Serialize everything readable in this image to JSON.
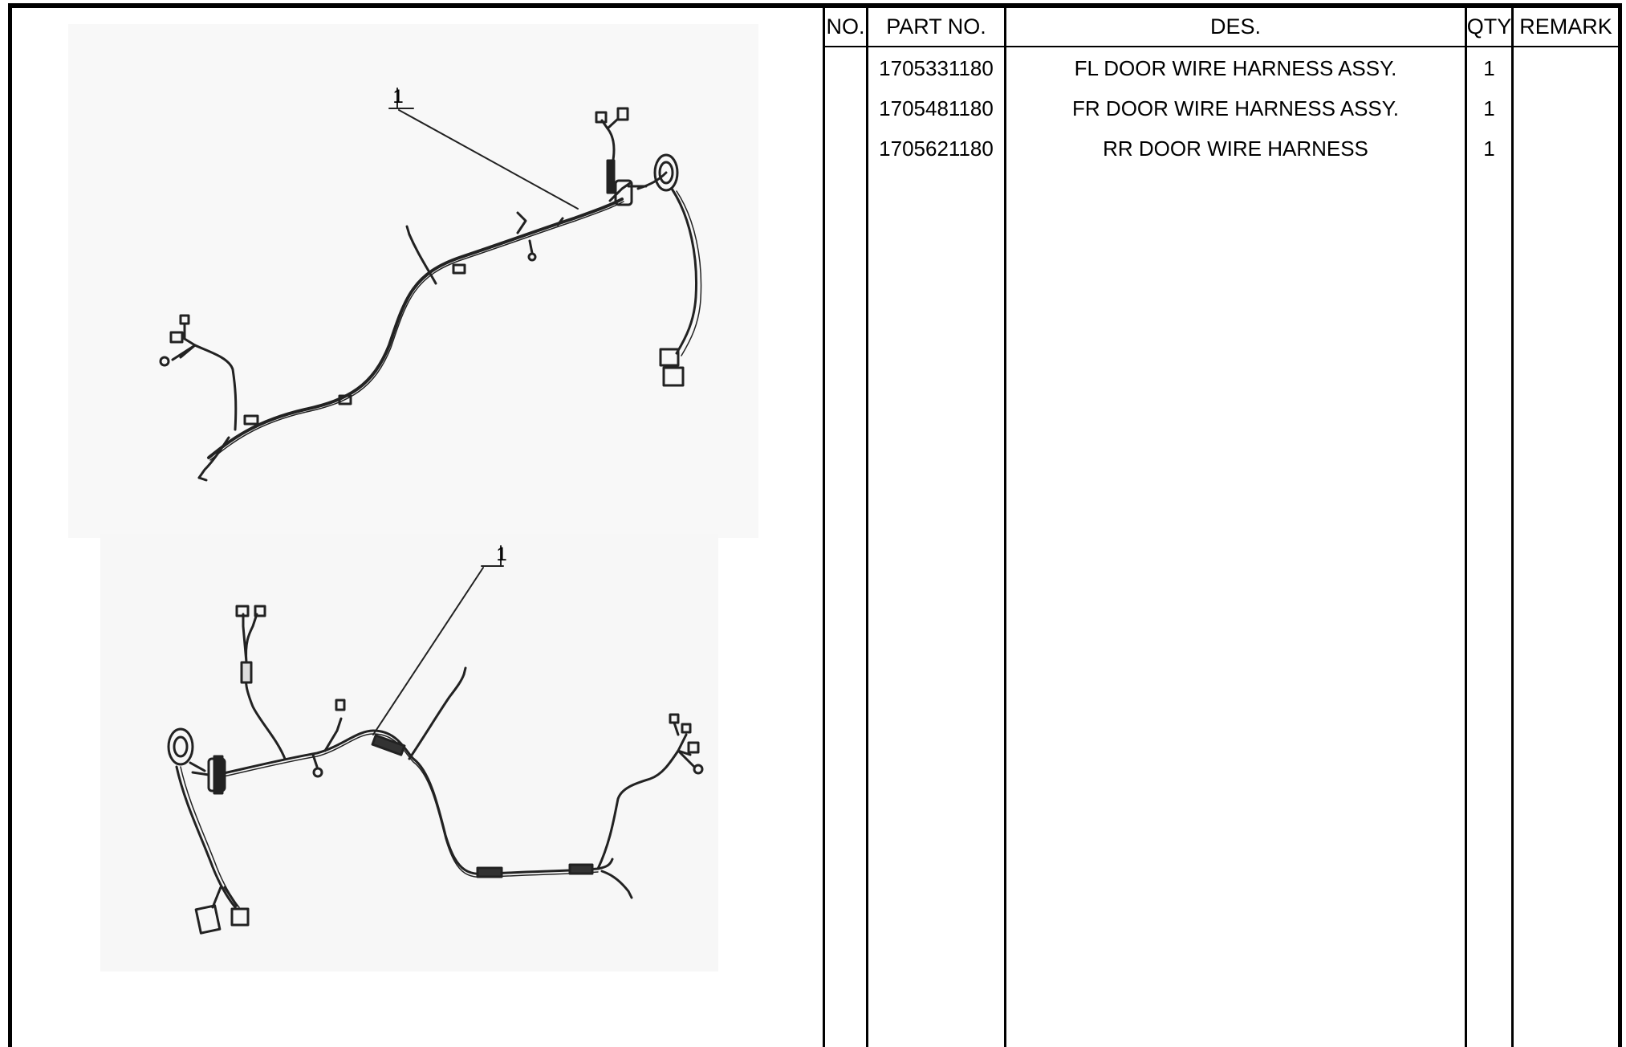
{
  "table": {
    "headers": {
      "no": "NO.",
      "part_no": "PART NO.",
      "des": "DES.",
      "qty": "QTY",
      "remark": "REMARK"
    },
    "rows": [
      {
        "no": "",
        "part_no": "1705331180",
        "des": "FL DOOR WIRE HARNESS ASSY.",
        "qty": "1",
        "remark": ""
      },
      {
        "no": "",
        "part_no": "1705481180",
        "des": "FR DOOR WIRE HARNESS ASSY.",
        "qty": "1",
        "remark": ""
      },
      {
        "no": "",
        "part_no": "1705621180",
        "des": "RR DOOR WIRE HARNESS",
        "qty": "1",
        "remark": ""
      }
    ]
  },
  "drawing": {
    "callouts": [
      "1",
      "1"
    ],
    "items": [
      "front-door-wire-harness",
      "rear-door-wire-harness"
    ]
  }
}
